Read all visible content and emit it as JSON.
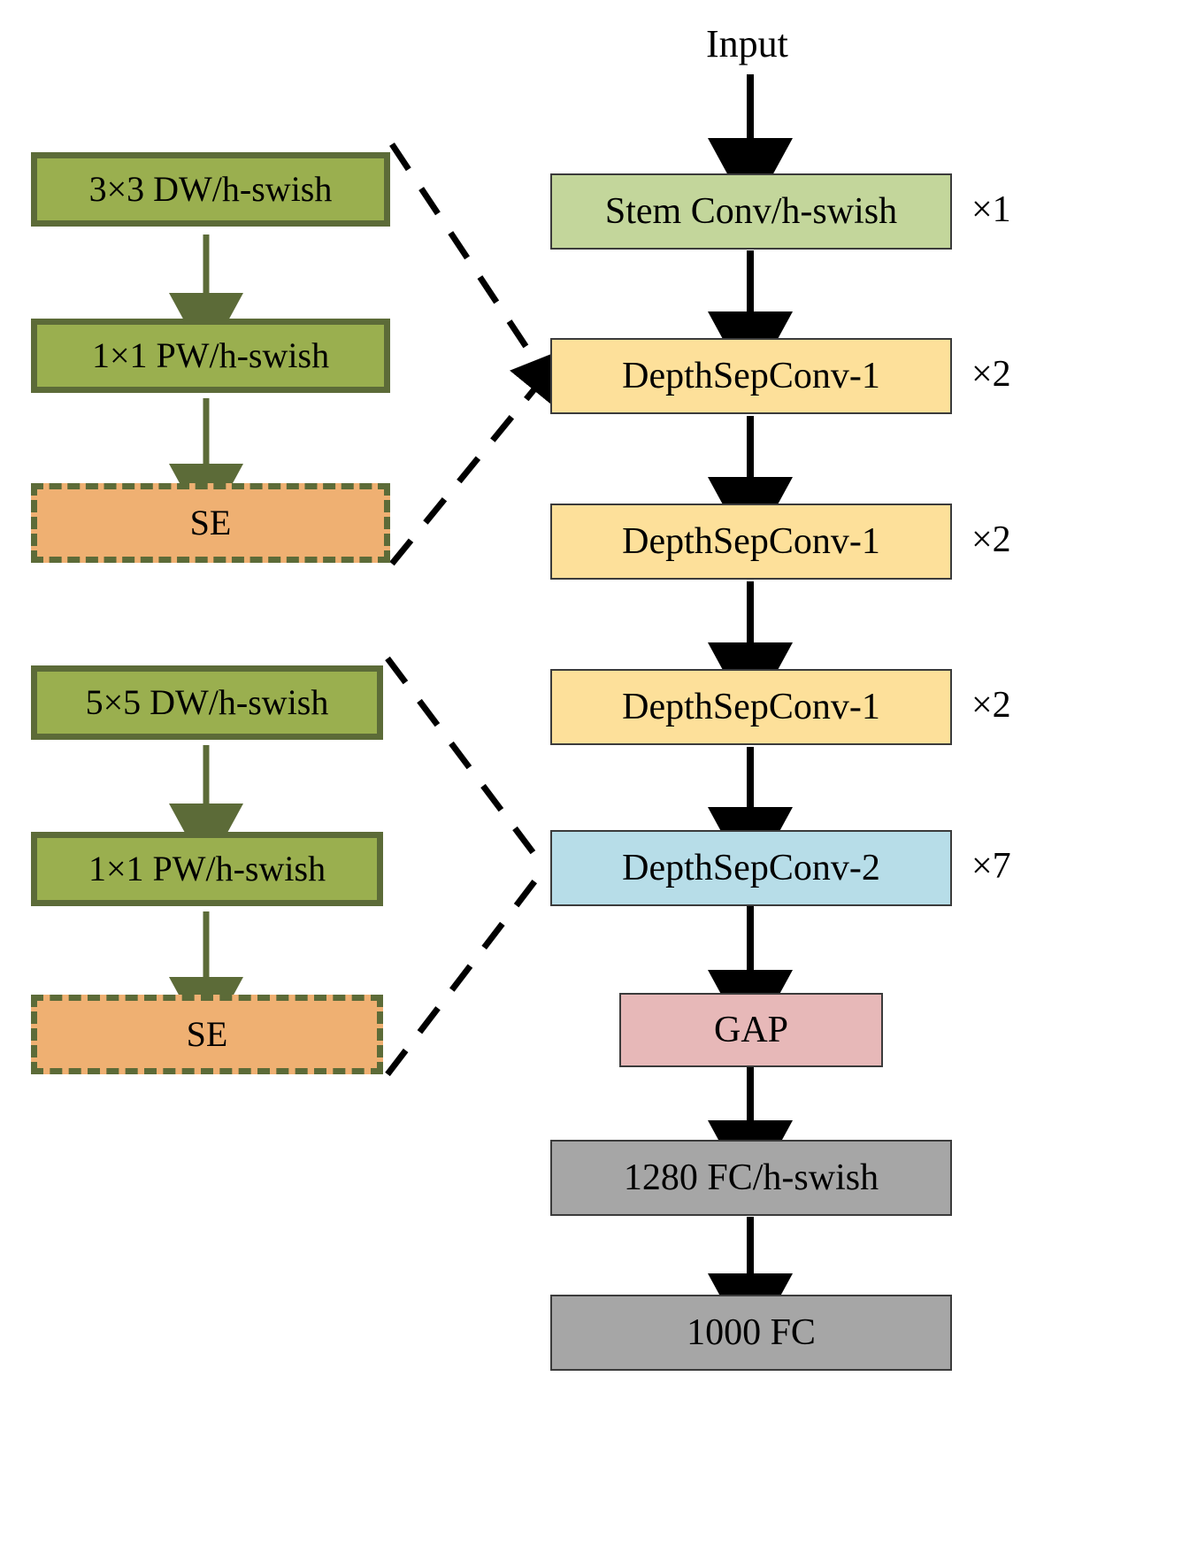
{
  "diagram": {
    "title_label": "Input",
    "left_blocks": [
      {
        "group": "depthsepconv-1-detail",
        "items": [
          {
            "label": "3×3 DW/h-swish",
            "kind": "conv"
          },
          {
            "label": "1×1 PW/h-swish",
            "kind": "conv"
          },
          {
            "label": "SE",
            "kind": "se"
          }
        ]
      },
      {
        "group": "depthsepconv-2-detail",
        "items": [
          {
            "label": "5×5 DW/h-swish",
            "kind": "conv"
          },
          {
            "label": "1×1 PW/h-swish",
            "kind": "conv"
          },
          {
            "label": "SE",
            "kind": "se"
          }
        ]
      }
    ],
    "pipeline": [
      {
        "label": "Stem Conv/h-swish",
        "multiplier": "×1",
        "kind": "stem"
      },
      {
        "label": "DepthSepConv-1",
        "multiplier": "×2",
        "kind": "dsc1"
      },
      {
        "label": "DepthSepConv-1",
        "multiplier": "×2",
        "kind": "dsc1"
      },
      {
        "label": "DepthSepConv-1",
        "multiplier": "×2",
        "kind": "dsc1"
      },
      {
        "label": "DepthSepConv-2",
        "multiplier": "×7",
        "kind": "dsc2"
      },
      {
        "label": "GAP",
        "multiplier": "",
        "kind": "gap"
      },
      {
        "label": "1280 FC/h-swish",
        "multiplier": "",
        "kind": "fc"
      },
      {
        "label": "1000 FC",
        "multiplier": "",
        "kind": "fc"
      }
    ],
    "colors": {
      "conv_fill": "#9aaf4f",
      "conv_border": "#5c6b38",
      "se_fill": "#efb072",
      "se_border": "#5c6b38",
      "stem_fill": "#c3d69b",
      "dsc1_fill": "#fde09a",
      "dsc2_fill": "#b7dde8",
      "gap_fill": "#e7b8b8",
      "fc_fill": "#a6a6a6",
      "node_border": "#3b3b3b",
      "arrow_black": "#000000",
      "arrow_green": "#5c6b38",
      "background": "#ffffff"
    }
  },
  "chart_data": {
    "type": "diagram",
    "title": "Network architecture block diagram",
    "nodes": [
      {
        "id": "input",
        "label": "Input",
        "column": "main"
      },
      {
        "id": "stem",
        "label": "Stem Conv/h-swish",
        "column": "main",
        "repeat": 1
      },
      {
        "id": "dsc1_a",
        "label": "DepthSepConv-1",
        "column": "main",
        "repeat": 2
      },
      {
        "id": "dsc1_b",
        "label": "DepthSepConv-1",
        "column": "main",
        "repeat": 2
      },
      {
        "id": "dsc1_c",
        "label": "DepthSepConv-1",
        "column": "main",
        "repeat": 2
      },
      {
        "id": "dsc2",
        "label": "DepthSepConv-2",
        "column": "main",
        "repeat": 7
      },
      {
        "id": "gap",
        "label": "GAP",
        "column": "main"
      },
      {
        "id": "fc1280",
        "label": "1280 FC/h-swish",
        "column": "main"
      },
      {
        "id": "fc1000",
        "label": "1000 FC",
        "column": "main"
      },
      {
        "id": "dw3",
        "label": "3×3 DW/h-swish",
        "column": "detail-top"
      },
      {
        "id": "pw1_a",
        "label": "1×1 PW/h-swish",
        "column": "detail-top"
      },
      {
        "id": "se_a",
        "label": "SE",
        "column": "detail-top"
      },
      {
        "id": "dw5",
        "label": "5×5 DW/h-swish",
        "column": "detail-bottom"
      },
      {
        "id": "pw1_b",
        "label": "1×1 PW/h-swish",
        "column": "detail-bottom"
      },
      {
        "id": "se_b",
        "label": "SE",
        "column": "detail-bottom"
      }
    ],
    "edges": [
      {
        "from": "input",
        "to": "stem",
        "style": "solid"
      },
      {
        "from": "stem",
        "to": "dsc1_a",
        "style": "solid"
      },
      {
        "from": "dsc1_a",
        "to": "dsc1_b",
        "style": "solid"
      },
      {
        "from": "dsc1_b",
        "to": "dsc1_c",
        "style": "solid"
      },
      {
        "from": "dsc1_c",
        "to": "dsc2",
        "style": "solid"
      },
      {
        "from": "dsc2",
        "to": "gap",
        "style": "solid"
      },
      {
        "from": "gap",
        "to": "fc1280",
        "style": "solid"
      },
      {
        "from": "fc1280",
        "to": "fc1000",
        "style": "solid"
      },
      {
        "from": "dw3",
        "to": "pw1_a",
        "style": "solid"
      },
      {
        "from": "pw1_a",
        "to": "se_a",
        "style": "solid"
      },
      {
        "from": "dw5",
        "to": "pw1_b",
        "style": "solid"
      },
      {
        "from": "pw1_b",
        "to": "se_b",
        "style": "solid"
      },
      {
        "from": "detail-top-group",
        "to": "dsc1_a",
        "style": "dashed"
      },
      {
        "from": "detail-bottom-group",
        "to": "dsc2",
        "style": "dashed"
      }
    ]
  }
}
